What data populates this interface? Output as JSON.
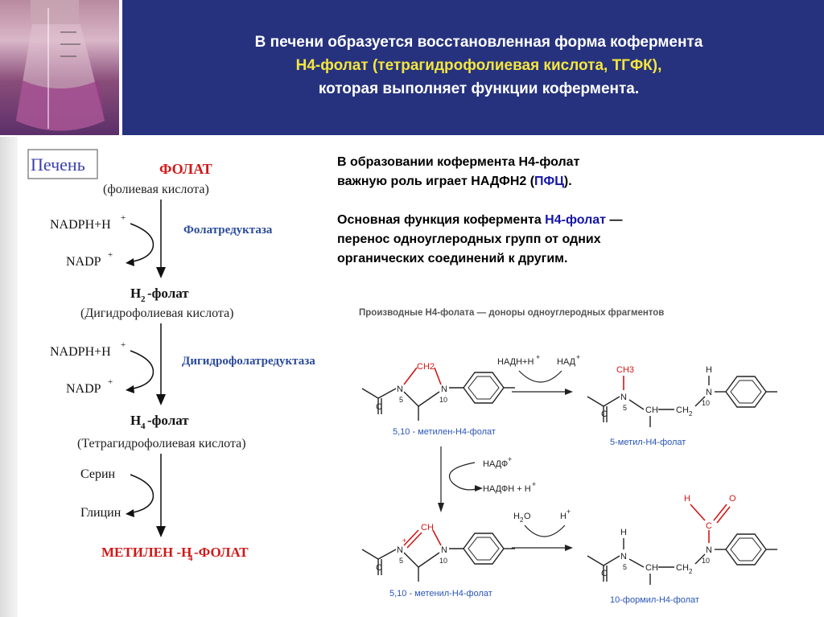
{
  "header": {
    "line1": "В печени образуется восстановленная форма кофермента",
    "line2": "Н4-фолат (тетрагидрофолиевая кислота, ТГФК),",
    "line3": "которая выполняет функции кофермента."
  },
  "colors": {
    "header_bg": "#26327e",
    "title_white": "#ffffff",
    "title_yellow": "#f5e63c",
    "red": "#d01818",
    "blue": "#1515a8"
  },
  "left_scheme": {
    "organ_label": "Печень",
    "folate": "ФОЛАТ",
    "folate_sub": "(фолиевая кислота)",
    "nadph1": "NADPH+H",
    "nadp1": "NADP",
    "enzyme1": "Фолатредуктаза",
    "h2": "H",
    "h2_sub": "2",
    "h2_rest": "-фолат",
    "h2_name": "(Дигидрофолиевая кислота)",
    "nadph2": "NADPH+H",
    "nadp2": "NADP",
    "enzyme2": "Дигидрофолатредуктаза",
    "h4": "H",
    "h4_sub": "4",
    "h4_rest": "-фолат",
    "h4_name": "(Тетрагидрофолиевая кислота)",
    "serine": "Серин",
    "glycine": "Глицин",
    "methylene_a": "МЕТИЛЕН -Н",
    "methylene_sub": "4",
    "methylene_b": " -ФОЛАТ",
    "plus": "+"
  },
  "right_text": {
    "p1_line1": "В образовании кофермента Н4-фолат",
    "p1_line2a": "важную роль играет НАДФН2 (",
    "p1_line2_blue": "ПФЦ",
    "p1_line2b": ").",
    "p2_line1a": "Основная функция кофермента ",
    "p2_line1_blue": "Н4-фолат",
    "p2_line1b": " —",
    "p2_line2": "перенос одноуглеродных групп от одних",
    "p2_line3": "органических соединений к другим."
  },
  "derivatives": {
    "title": "Производные Н4-фолата — доноры одноуглеродных фрагментов",
    "nadh_in": "НАДН+Н",
    "nad_out": "НАД",
    "nadp_in": "НАДФ",
    "nadph_out": "НАДФН + Н",
    "h2o": "H",
    "h2o_sub": "2",
    "h2o_o": "O",
    "h_plus": "H",
    "plus": "+",
    "methylene_name": "5,10 - метилен-Н4-фолат",
    "methyl_name": "5-метил-Н4-фолат",
    "methenyl_name": "5,10 - метенил-Н4-фолат",
    "formyl_name": "10-формил-Н4-фолат",
    "ch2": "CH2",
    "ch3": "CH3",
    "ch": "CH",
    "ch_plain": "CH",
    "ch2_plain": "CH",
    "ch2_plain_sub": "2",
    "c": "C",
    "n": "N",
    "h": "H",
    "o": "O",
    "five": "5",
    "ten": "10"
  }
}
